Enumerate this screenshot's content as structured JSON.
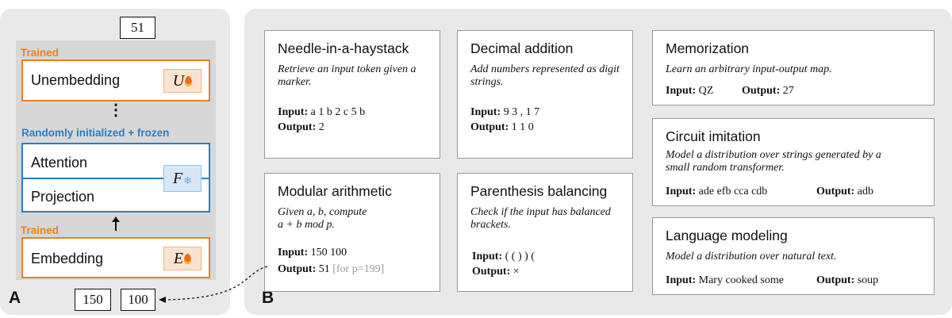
{
  "panel_a": {
    "letter": "A",
    "output_value": "51",
    "trained_top": "Trained",
    "unembedding_label": "Unembedding",
    "unembedding_param": "U",
    "ellipsis": "⋮",
    "frozen_label": "Randomly initialized + frozen",
    "attention_label": "Attention",
    "projection_label": "Projection",
    "frozen_param": "F",
    "trained_bottom": "Trained",
    "embedding_label": "Embedding",
    "embedding_param": "E",
    "input_values": [
      "150",
      "100"
    ],
    "colors": {
      "trained": "#e8821e",
      "frozen": "#2a7ec4"
    }
  },
  "panel_b": {
    "letter": "B",
    "tasks": {
      "needle": {
        "title": "Needle-in-a-haystack",
        "description": "Retrieve an input token given a marker.",
        "input_label": "Input:",
        "input_value": "a 1 b 2 c 5 b",
        "output_label": "Output:",
        "output_value": "2"
      },
      "decimal": {
        "title": "Decimal addition",
        "description": "Add numbers represented as digit strings.",
        "input_label": "Input:",
        "input_value": "9 3 , 1 7",
        "output_label": "Output:",
        "output_value": "1 1 0"
      },
      "memorization": {
        "title": "Memorization",
        "description": "Learn an arbitrary input-output map.",
        "input_label": "Input:",
        "input_value": "QZ",
        "output_label": "Output:",
        "output_value": "27"
      },
      "modular": {
        "title": "Modular arithmetic",
        "description_line1": "Given a, b, compute",
        "description_line2": "a + b mod p.",
        "input_label": "Input:",
        "input_value": "150 100",
        "output_label": "Output:",
        "output_value": "51",
        "output_note": "[for p=199]"
      },
      "parenthesis": {
        "title": "Parenthesis balancing",
        "description": "Check if the input has balanced brackets.",
        "input_label": "Input:",
        "input_value": "( ( ) ) (",
        "output_label": "Output:",
        "output_value": "×"
      },
      "circuit": {
        "title": "Circuit imitation",
        "description": "Model a distribution over strings generated by a small random transformer.",
        "input_label": "Input:",
        "input_value": "ade efb cca cdb",
        "output_label": "Output:",
        "output_value": "adb"
      },
      "language": {
        "title": "Language modeling",
        "description": "Model a distribution over natural text.",
        "input_label": "Input:",
        "input_value": "Mary cooked some",
        "output_label": "Output:",
        "output_value": "soup"
      }
    }
  }
}
